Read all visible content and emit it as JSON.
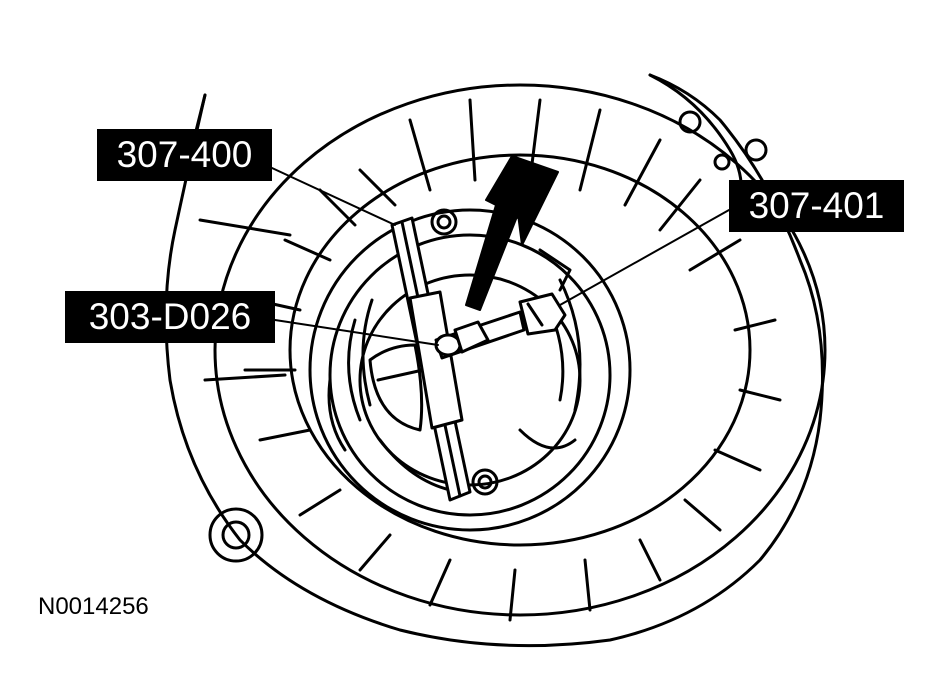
{
  "callouts": {
    "tool_307_400": "307-400",
    "tool_307_401": "307-401",
    "tool_303_D026": "303-D026"
  },
  "figure_id": "N0014256",
  "colors": {
    "line": "#000000",
    "background": "#ffffff",
    "label_fill": "#000000",
    "label_text": "#ffffff"
  },
  "icons": {
    "arrow": "direction-arrow-icon"
  }
}
